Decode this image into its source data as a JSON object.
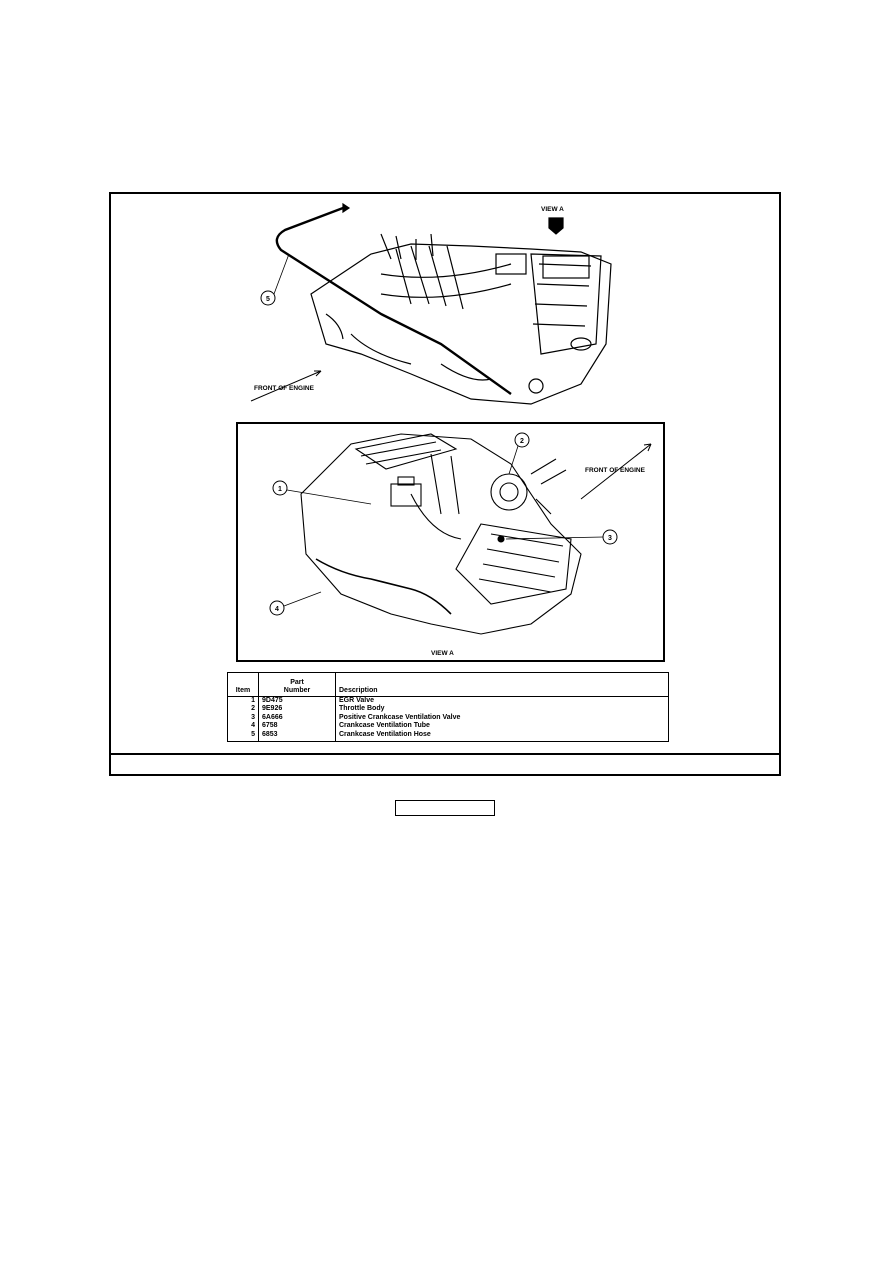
{
  "figure": {
    "top_view": {
      "view_label": "VIEW A",
      "front_label": "FRONT OF ENGINE",
      "callouts": [
        "5"
      ]
    },
    "view_a": {
      "view_label": "VIEW A",
      "front_label": "FRONT OF ENGINE",
      "callouts": [
        "1",
        "2",
        "3",
        "4"
      ]
    }
  },
  "parts_table": {
    "headers": {
      "item": "Item",
      "part": "Part\nNumber",
      "description": "Description"
    },
    "rows": [
      {
        "item": "1",
        "part": "9D475",
        "description": "EGR Valve"
      },
      {
        "item": "2",
        "part": "9E926",
        "description": "Throttle Body"
      },
      {
        "item": "3",
        "part": "6A666",
        "description": "Positive Crankcase Ventilation Valve"
      },
      {
        "item": "4",
        "part": "6758",
        "description": "Crankcase Ventilation Tube"
      },
      {
        "item": "5",
        "part": "6853",
        "description": "Crankcase Ventilation Hose"
      }
    ]
  },
  "caption": ""
}
